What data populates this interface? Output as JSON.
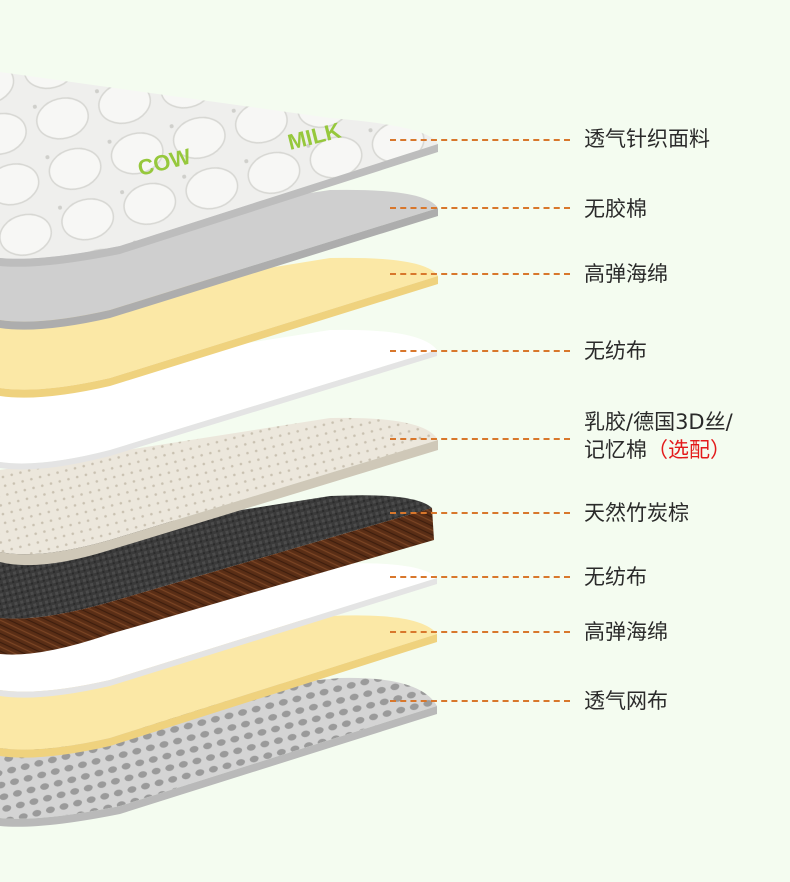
{
  "layers": [
    {
      "id": "knit",
      "label": "透气针织面料"
    },
    {
      "id": "glue-free",
      "label": "无胶棉"
    },
    {
      "id": "foam-1",
      "label": "高弹海绵"
    },
    {
      "id": "nonwoven-1",
      "label": "无纺布"
    },
    {
      "id": "latex",
      "label_line1": "乳胶/德国3D丝/",
      "label_line2": "记忆棉",
      "optional_note": "（选配）"
    },
    {
      "id": "coir",
      "label": "天然竹炭棕"
    },
    {
      "id": "nonwoven-2",
      "label": "无纺布"
    },
    {
      "id": "foam-2",
      "label": "高弹海绵"
    },
    {
      "id": "mesh",
      "label": "透气网布"
    }
  ],
  "knit_print": [
    "MILK",
    "COW"
  ],
  "colors": {
    "background": "#f4fcf0",
    "leader_line": "#d8772c",
    "optional_text": "#e31b1b",
    "knit": "#eeeeec",
    "knit_print": "#96c83c",
    "glue_free": "#cfcfcf",
    "foam": "#fbe8a6",
    "nonwoven": "#ffffff",
    "latex": "#ece7dc",
    "coir_top": "#3c3c3c",
    "coir_side": "#5a2e16",
    "mesh": "#c9c9c9"
  }
}
